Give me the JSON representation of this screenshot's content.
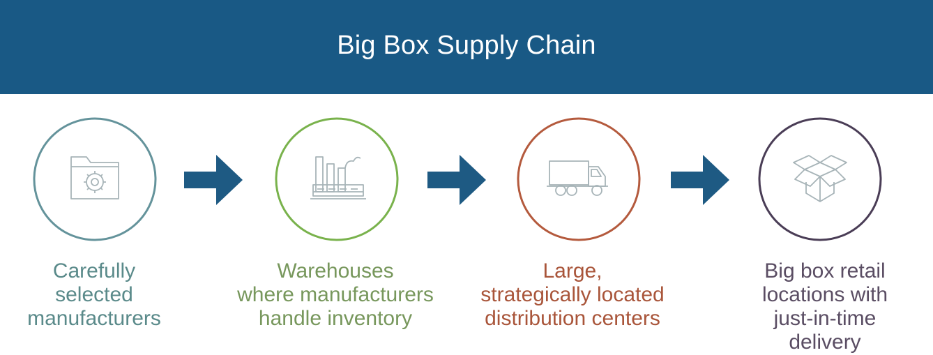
{
  "title": "Big Box Supply Chain",
  "colors": {
    "header_bg": "#195985",
    "header_text": "#ffffff",
    "arrow": "#1e5a83",
    "icon": "#a7b4b8"
  },
  "steps": [
    {
      "icon": "folder-gear-icon",
      "color": "#5a8a8a",
      "ring": "#64939b",
      "label_lines": [
        "Carefully",
        "selected",
        "manufacturers"
      ]
    },
    {
      "icon": "factory-icon",
      "color": "#77975c",
      "ring": "#79b24c",
      "label_lines": [
        "Warehouses",
        "where manufacturers",
        "handle inventory"
      ]
    },
    {
      "icon": "truck-icon",
      "color": "#a9553a",
      "ring": "#b45a3d",
      "label_lines": [
        "Large,",
        "strategically located",
        "distribution centers"
      ]
    },
    {
      "icon": "open-box-icon",
      "color": "#5a4d63",
      "ring": "#4a3d56",
      "label_lines": [
        "Big box retail",
        "locations with",
        "just-in-time",
        "delivery"
      ]
    }
  ]
}
